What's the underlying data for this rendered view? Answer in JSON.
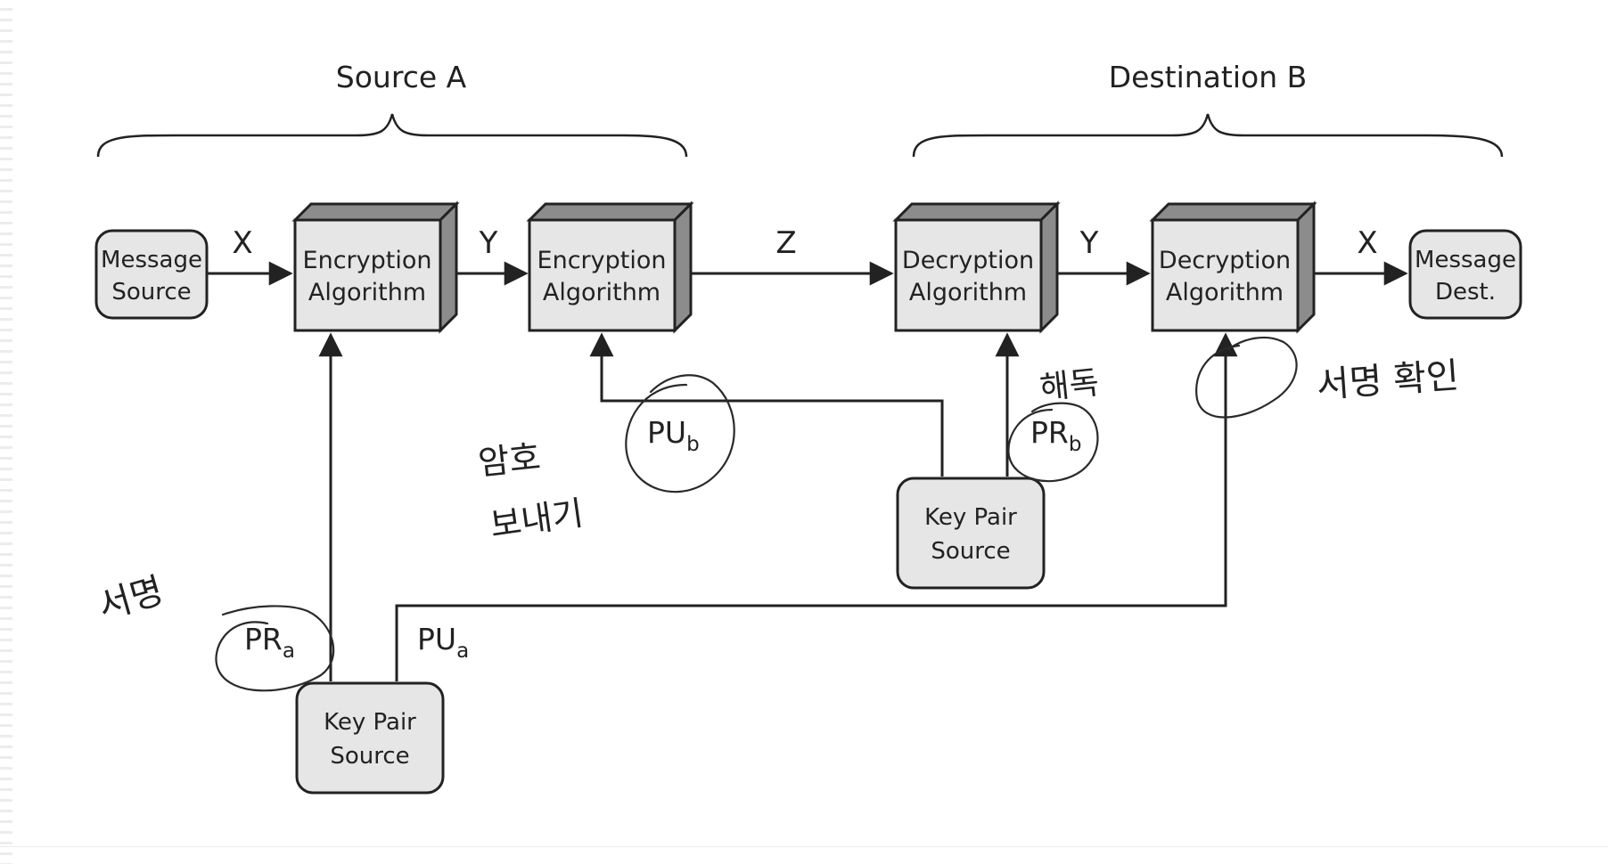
{
  "groups": {
    "source": "Source A",
    "destination": "Destination B"
  },
  "nodes": {
    "message_source": [
      "Message",
      "Source"
    ],
    "enc1": [
      "Encryption",
      "Algorithm"
    ],
    "enc2": [
      "Encryption",
      "Algorithm"
    ],
    "dec1": [
      "Decryption",
      "Algorithm"
    ],
    "dec2": [
      "Decryption",
      "Algorithm"
    ],
    "message_dest": [
      "Message",
      "Dest."
    ],
    "keypair_a": [
      "Key Pair",
      "Source"
    ],
    "keypair_b": [
      "Key Pair",
      "Source"
    ]
  },
  "edges": {
    "x1": "X",
    "y1": "Y",
    "z": "Z",
    "y2": "Y",
    "x2": "X"
  },
  "keys": {
    "pra": {
      "base": "PR",
      "sub": "a"
    },
    "pua": {
      "base": "PU",
      "sub": "a"
    },
    "pub": {
      "base": "PU",
      "sub": "b"
    },
    "prb": {
      "base": "PR",
      "sub": "b"
    }
  },
  "annotations": {
    "sign": "서명",
    "encrypt": "암호",
    "send": "보내기",
    "decrypt": "해독",
    "verify": "서명 확인"
  },
  "colors": {
    "box_fill": "#e6e6e6",
    "box_side": "#8c8c8c",
    "line": "#222222"
  }
}
